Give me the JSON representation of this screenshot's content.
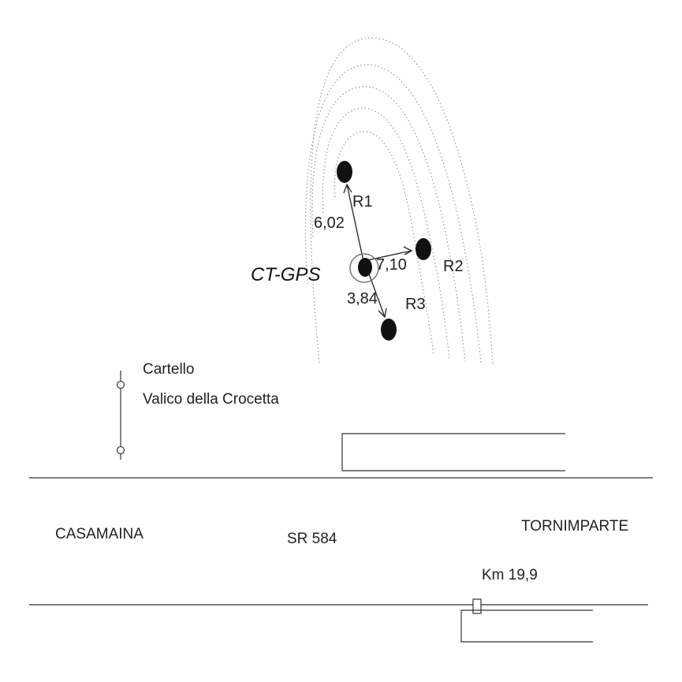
{
  "labels": {
    "station_name": "CT-GPS",
    "targets": [
      {
        "name": "R1",
        "distance": "6,02"
      },
      {
        "name": "R2",
        "distance": "7,10"
      },
      {
        "name": "R3",
        "distance": "3,84"
      }
    ],
    "sign_line1": "Cartello",
    "sign_line2": "Valico della Crocetta",
    "road_left_town": "CASAMAINA",
    "road_name": "SR 584",
    "road_right_town": "TORNIMPARTE",
    "kilometer_marker": "Km 19,9"
  },
  "colors": {
    "ink": "#222222",
    "contour": "#9a9a9a",
    "background": "#ffffff"
  }
}
